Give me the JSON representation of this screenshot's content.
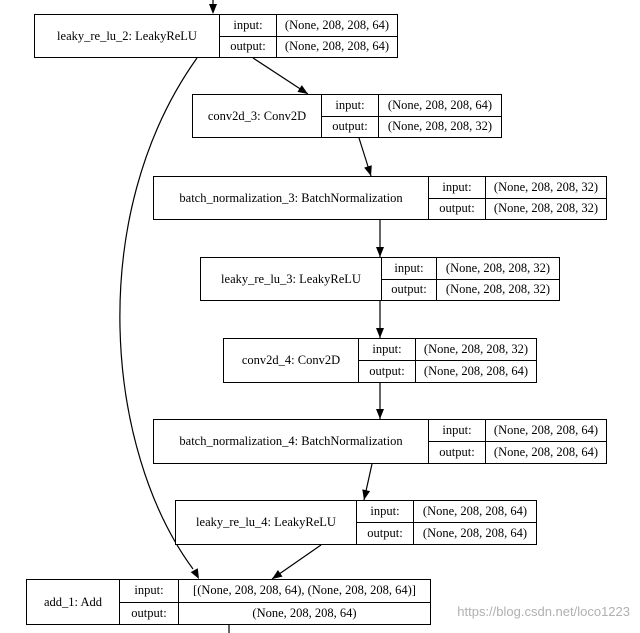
{
  "layers": [
    {
      "name": "leaky_re_lu_2: LeakyReLU",
      "input_label": "input:",
      "output_label": "output:",
      "input_shape": "(None, 208, 208, 64)",
      "output_shape": "(None, 208, 208, 64)"
    },
    {
      "name": "conv2d_3: Conv2D",
      "input_label": "input:",
      "output_label": "output:",
      "input_shape": "(None, 208, 208, 64)",
      "output_shape": "(None, 208, 208, 32)"
    },
    {
      "name": "batch_normalization_3: BatchNormalization",
      "input_label": "input:",
      "output_label": "output:",
      "input_shape": "(None, 208, 208, 32)",
      "output_shape": "(None, 208, 208, 32)"
    },
    {
      "name": "leaky_re_lu_3: LeakyReLU",
      "input_label": "input:",
      "output_label": "output:",
      "input_shape": "(None, 208, 208, 32)",
      "output_shape": "(None, 208, 208, 32)"
    },
    {
      "name": "conv2d_4: Conv2D",
      "input_label": "input:",
      "output_label": "output:",
      "input_shape": "(None, 208, 208, 32)",
      "output_shape": "(None, 208, 208, 64)"
    },
    {
      "name": "batch_normalization_4: BatchNormalization",
      "input_label": "input:",
      "output_label": "output:",
      "input_shape": "(None, 208, 208, 64)",
      "output_shape": "(None, 208, 208, 64)"
    },
    {
      "name": "leaky_re_lu_4: LeakyReLU",
      "input_label": "input:",
      "output_label": "output:",
      "input_shape": "(None, 208, 208, 64)",
      "output_shape": "(None, 208, 208, 64)"
    },
    {
      "name": "add_1: Add",
      "input_label": "input:",
      "output_label": "output:",
      "input_shape": "[(None, 208, 208, 64), (None, 208, 208, 64)]",
      "output_shape": "(None, 208, 208, 64)"
    }
  ],
  "edges": [
    {
      "from": "leaky_re_lu_2: LeakyReLU",
      "to": "conv2d_3: Conv2D"
    },
    {
      "from": "conv2d_3: Conv2D",
      "to": "batch_normalization_3: BatchNormalization"
    },
    {
      "from": "batch_normalization_3: BatchNormalization",
      "to": "leaky_re_lu_3: LeakyReLU"
    },
    {
      "from": "leaky_re_lu_3: LeakyReLU",
      "to": "conv2d_4: Conv2D"
    },
    {
      "from": "conv2d_4: Conv2D",
      "to": "batch_normalization_4: BatchNormalization"
    },
    {
      "from": "batch_normalization_4: BatchNormalization",
      "to": "leaky_re_lu_4: LeakyReLU"
    },
    {
      "from": "leaky_re_lu_4: LeakyReLU",
      "to": "add_1: Add"
    },
    {
      "from": "leaky_re_lu_2: LeakyReLU",
      "to": "add_1: Add"
    }
  ],
  "watermark": "https://blog.csdn.net/loco1223"
}
